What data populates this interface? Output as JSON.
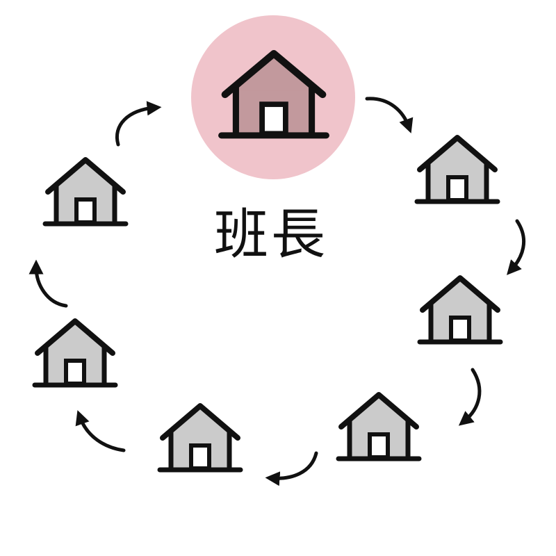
{
  "title": "班長",
  "colors": {
    "highlight_circle": "#f0c4cb",
    "leader_house": "#c2999d",
    "house": "#cbcbcb",
    "stroke": "#111111"
  },
  "houses": [
    {
      "role": "leader"
    },
    {
      "role": "member"
    },
    {
      "role": "member"
    },
    {
      "role": "member"
    },
    {
      "role": "member"
    },
    {
      "role": "member"
    },
    {
      "role": "member"
    }
  ]
}
